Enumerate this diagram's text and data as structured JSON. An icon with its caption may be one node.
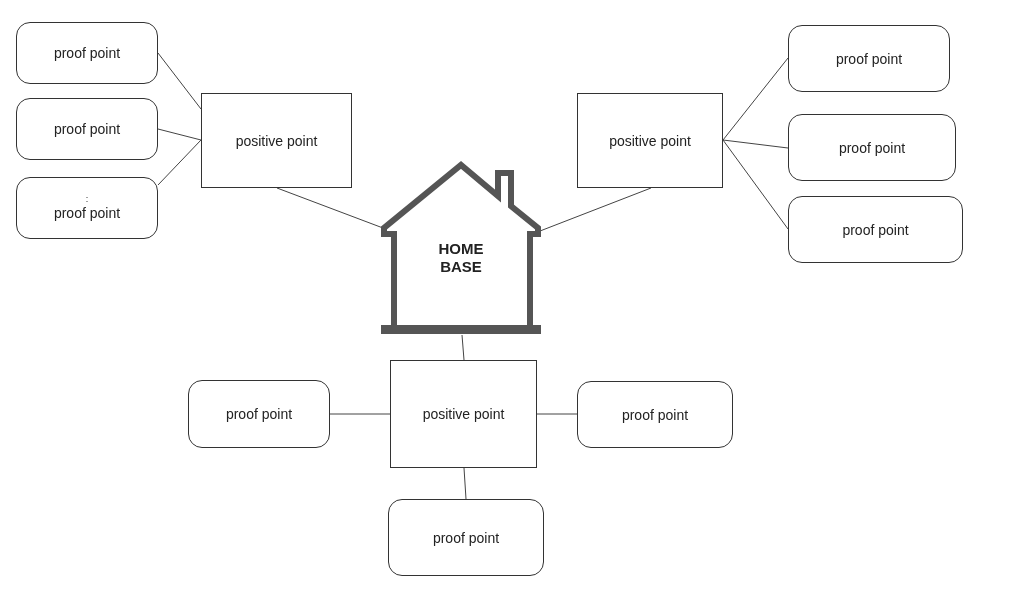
{
  "diagram": {
    "nodes": [
      {
        "text": [
          "proof point"
        ]
      },
      {
        "text": [
          "positive point"
        ]
      },
      {
        "text": [
          "positive point"
        ]
      },
      {
        "text": [
          "proof point"
        ]
      },
      {
        "text": [
          "proof point"
        ]
      },
      {
        "text": [
          "proof point"
        ]
      },
      {
        "text": [
          ":",
          "proof point"
        ]
      },
      {
        "text": [
          "proof point"
        ]
      },
      {
        "text": [
          "HOME BASE"
        ]
      },
      {
        "text": [
          "positive point"
        ]
      },
      {
        "text": [
          "proof point"
        ]
      },
      {
        "text": [
          "proof point"
        ]
      },
      {
        "text": [
          "proof point"
        ]
      }
    ],
    "edges": [
      {
        "from": 0,
        "to": 1,
        "arrow": "none"
      },
      {
        "from": 4,
        "to": 1,
        "arrow": "none"
      },
      {
        "from": 6,
        "to": 1,
        "arrow": "none"
      },
      {
        "from": 1,
        "to": 8,
        "arrow": "none"
      },
      {
        "from": 2,
        "to": 8,
        "arrow": "none"
      },
      {
        "from": 2,
        "to": 3,
        "arrow": "none"
      },
      {
        "from": 2,
        "to": 5,
        "arrow": "none"
      },
      {
        "from": 2,
        "to": 7,
        "arrow": "none"
      },
      {
        "from": 8,
        "to": 9,
        "arrow": "none"
      },
      {
        "from": 10,
        "to": 9,
        "arrow": "none"
      },
      {
        "from": 9,
        "to": 11,
        "arrow": "none"
      },
      {
        "from": 9,
        "to": 12,
        "arrow": "none"
      }
    ]
  }
}
